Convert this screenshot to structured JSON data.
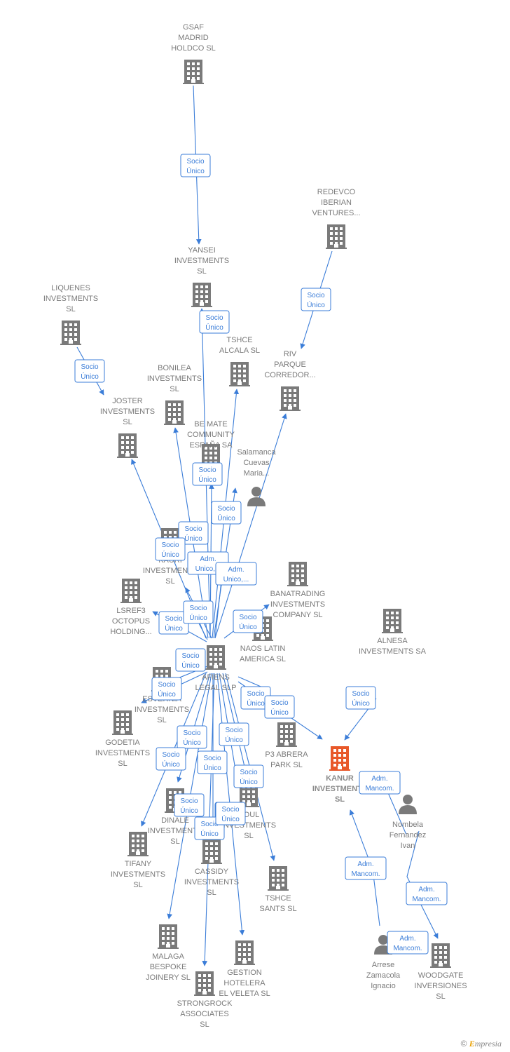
{
  "colors": {
    "edge": "#3b7dd8",
    "company": "#7a7a7a",
    "focus": "#e8582a",
    "person": "#7a7a7a"
  },
  "footer": {
    "copyright": "©",
    "brand_e": "E",
    "brand_rest": "mpresia"
  },
  "nodes": [
    {
      "id": "gsaf",
      "type": "company",
      "label": [
        "GSAF",
        "MADRID",
        "HOLDCO  SL"
      ]
    },
    {
      "id": "yansei",
      "type": "company",
      "label": [
        "YANSEI",
        "INVESTMENTS",
        "SL"
      ]
    },
    {
      "id": "redevco",
      "type": "company",
      "label": [
        "REDEVCO",
        "IBERIAN",
        "VENTURES..."
      ]
    },
    {
      "id": "riv",
      "type": "company",
      "label": [
        "RIV",
        "PARQUE",
        "CORREDOR..."
      ]
    },
    {
      "id": "liquenes",
      "type": "company",
      "label": [
        "LIQUENES",
        "INVESTMENTS",
        "SL"
      ]
    },
    {
      "id": "joster",
      "type": "company",
      "label": [
        "JOSTER",
        "INVESTMENTS",
        "SL"
      ]
    },
    {
      "id": "tshce_alcala",
      "type": "company",
      "label": [
        "TSHCE",
        "ALCALA  SL"
      ]
    },
    {
      "id": "bonilea",
      "type": "company",
      "label": [
        "BONILEA",
        "INVESTMENTS",
        "SL"
      ]
    },
    {
      "id": "bemate",
      "type": "company",
      "label": [
        "BE MATE",
        "COMMUNITY",
        "ESPAÑA  SA"
      ]
    },
    {
      "id": "salamanca",
      "type": "person",
      "label": [
        "Salamanca",
        "Cuevas",
        "Maria..."
      ]
    },
    {
      "id": "kauri",
      "type": "company",
      "label": [
        "KAURI",
        "INVESTMENTS",
        "SL"
      ]
    },
    {
      "id": "lsref3",
      "type": "company",
      "label": [
        "LSREF3",
        "OCTOPUS",
        "HOLDING..."
      ]
    },
    {
      "id": "banatrading",
      "type": "company",
      "label": [
        "BANATRADING",
        "INVESTMENTS",
        "COMPANY  SL"
      ]
    },
    {
      "id": "naos",
      "type": "company",
      "label": [
        "NAOS LATIN",
        "AMERICA  SL"
      ]
    },
    {
      "id": "alnesa",
      "type": "company",
      "label": [
        "ALNESA",
        "INVESTMENTS SA"
      ]
    },
    {
      "id": "afiens",
      "type": "company",
      "label": [
        "AFIENS",
        "LEGAL  SLP"
      ]
    },
    {
      "id": "esvernia",
      "type": "company",
      "label": [
        "ESVERNIA",
        "INVESTMENTS",
        "SL"
      ]
    },
    {
      "id": "godetia",
      "type": "company",
      "label": [
        "GODETIA",
        "INVESTMENTS",
        "SL"
      ]
    },
    {
      "id": "p3abrera",
      "type": "company",
      "label": [
        "P3 ABRERA",
        "PARK  SL"
      ]
    },
    {
      "id": "kanur",
      "type": "focus",
      "label": [
        "KANUR",
        "INVESTMENTS",
        "SL"
      ]
    },
    {
      "id": "nombela",
      "type": "person",
      "label": [
        "Nombela",
        "Fernandez",
        "Ivan"
      ]
    },
    {
      "id": "dinale",
      "type": "company",
      "label": [
        "DINALE",
        "INVESTMENTS",
        "SL"
      ]
    },
    {
      "id": "doul",
      "type": "company",
      "label": [
        "DOUL",
        "INVESTMENTS",
        "SL"
      ]
    },
    {
      "id": "tifany",
      "type": "company",
      "label": [
        "TIFANY",
        "INVESTMENTS",
        "SL"
      ]
    },
    {
      "id": "cassidy",
      "type": "company",
      "label": [
        "CASSIDY",
        "INVESTMENTS",
        "SL"
      ]
    },
    {
      "id": "tshce_sants",
      "type": "company",
      "label": [
        "TSHCE",
        "SANTS  SL"
      ]
    },
    {
      "id": "malaga",
      "type": "company",
      "label": [
        "MALAGA",
        "BESPOKE",
        "JOINERY  SL"
      ]
    },
    {
      "id": "gestion",
      "type": "company",
      "label": [
        "GESTION",
        "HOTELERA",
        "EL VELETA  SL"
      ]
    },
    {
      "id": "arrese",
      "type": "person",
      "label": [
        "Arrese",
        "Zamacola",
        "Ignacio"
      ]
    },
    {
      "id": "woodgate",
      "type": "company",
      "label": [
        "WOODGATE",
        "INVERSIONES",
        "SL"
      ]
    },
    {
      "id": "strongrock",
      "type": "company",
      "label": [
        "STRONGROCK",
        "ASSOCIATES",
        "SL"
      ]
    }
  ],
  "edges": [
    {
      "from": "gsaf",
      "to": "yansei",
      "label": [
        "Socio",
        "Único"
      ]
    },
    {
      "from": "redevco",
      "to": "riv",
      "label": [
        "Socio",
        "Único"
      ]
    },
    {
      "from": "liquenes",
      "to": "joster",
      "label": [
        "Socio",
        "Único"
      ]
    },
    {
      "from": "afiens",
      "to": "yansei",
      "label": [
        "Socio",
        "Único"
      ]
    },
    {
      "from": "afiens",
      "to": "tshce_alcala",
      "label": []
    },
    {
      "from": "afiens",
      "to": "riv",
      "label": []
    },
    {
      "from": "afiens",
      "to": "bonilea",
      "label": [
        "Socio",
        "Único"
      ]
    },
    {
      "from": "afiens",
      "to": "joster",
      "label": [
        "Socio",
        "Único"
      ]
    },
    {
      "from": "afiens",
      "to": "bemate",
      "label": [
        "Socio",
        "Único"
      ]
    },
    {
      "from": "afiens",
      "to": "salamanca",
      "label": [
        "Socio",
        "Único"
      ]
    },
    {
      "from": "afiens",
      "to": "kauri",
      "label": [
        "Adm.",
        "Unico,..."
      ]
    },
    {
      "from": "afiens",
      "to": "salamanca",
      "label": [
        "Adm.",
        "Unico,..."
      ]
    },
    {
      "from": "afiens",
      "to": "lsref3",
      "label": [
        "Socio",
        "Único"
      ]
    },
    {
      "from": "afiens",
      "to": "kauri",
      "label": [
        "Socio",
        "Único"
      ]
    },
    {
      "from": "afiens",
      "to": "banatrading",
      "label": [
        "Socio",
        "Único"
      ]
    },
    {
      "from": "afiens",
      "to": "esvernia",
      "label": [
        "Socio",
        "Único"
      ]
    },
    {
      "from": "afiens",
      "to": "godetia",
      "label": [
        "Socio",
        "Único"
      ]
    },
    {
      "from": "afiens",
      "to": "p3abrera",
      "label": [
        "Socio",
        "Único"
      ]
    },
    {
      "from": "afiens",
      "to": "kanur",
      "label": [
        "Socio",
        "Único"
      ]
    },
    {
      "from": "alnesa",
      "to": "kanur",
      "label": [
        "Socio",
        "Único"
      ]
    },
    {
      "from": "afiens",
      "to": "dinale",
      "label": [
        "Socio",
        "Único"
      ]
    },
    {
      "from": "afiens",
      "to": "tifany",
      "label": [
        "Socio",
        "Único"
      ]
    },
    {
      "from": "afiens",
      "to": "doul",
      "label": [
        "Socio",
        "Único"
      ]
    },
    {
      "from": "afiens",
      "to": "cassidy",
      "label": [
        "Socio",
        "Único"
      ]
    },
    {
      "from": "afiens",
      "to": "doul",
      "label": [
        "Socio",
        "Único"
      ]
    },
    {
      "from": "afiens",
      "to": "tshce_sants",
      "label": [
        "Socio",
        "Único"
      ]
    },
    {
      "from": "afiens",
      "to": "malaga",
      "label": [
        "Socio",
        "Único"
      ]
    },
    {
      "from": "afiens",
      "to": "strongrock",
      "label": [
        "Socio",
        "Único"
      ]
    },
    {
      "from": "afiens",
      "to": "gestion",
      "label": [
        "Socio",
        "Único"
      ]
    },
    {
      "from": "nombela",
      "to": "kanur",
      "label": [
        "Adm.",
        "Mancom."
      ]
    },
    {
      "from": "arrese",
      "to": "kanur",
      "label": [
        "Adm.",
        "Mancom."
      ]
    },
    {
      "from": "nombela",
      "to": "woodgate",
      "label": [
        "Adm.",
        "Mancom."
      ]
    },
    {
      "from": "arrese",
      "to": "woodgate",
      "label": [
        "Adm.",
        "Mancom."
      ]
    }
  ]
}
